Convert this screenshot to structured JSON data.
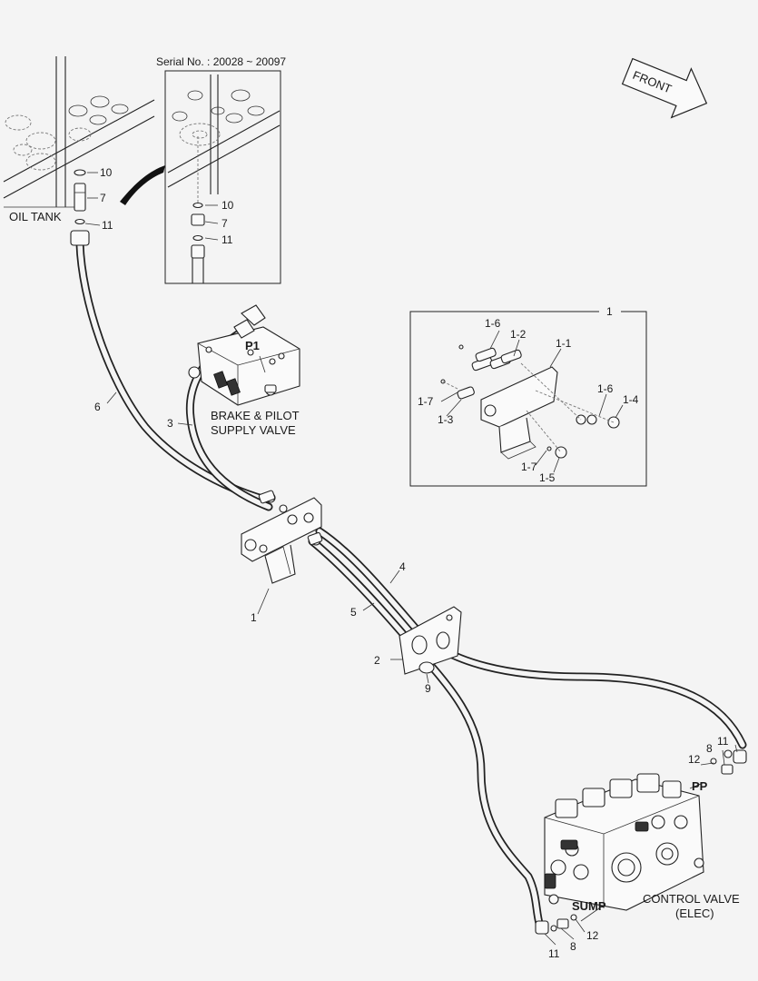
{
  "serial_caption": "Serial No. : 20028 ~ 20097",
  "front_arrow": "FRONT",
  "components": {
    "oil_tank": "OIL TANK",
    "brake_valve_line1": "BRAKE & PILOT",
    "brake_valve_line2": "SUPPLY VALVE",
    "port_p1": "P1",
    "port_pp": "PP",
    "port_sump": "SUMP",
    "control_valve_line1": "CONTROL VALVE",
    "control_valve_line2": "(ELEC)"
  },
  "callouts": {
    "tank_10": "10",
    "tank_7": "7",
    "tank_11": "11",
    "inset_10": "10",
    "inset_7": "7",
    "inset_11": "11",
    "hose_6": "6",
    "hose_3": "3",
    "bracket_1": "1",
    "hose_4": "4",
    "hose_5": "5",
    "plate_2": "2",
    "grommet_9": "9",
    "pp_12": "12",
    "pp_8": "8",
    "pp_11": "11",
    "sump_11": "11",
    "sump_8": "8",
    "sump_12": "12",
    "detail_1": "1",
    "detail_1_6a": "1-6",
    "detail_1_2": "1-2",
    "detail_1_1": "1-1",
    "detail_1_7a": "1-7",
    "detail_1_3": "1-3",
    "detail_1_6b": "1-6",
    "detail_1_4": "1-4",
    "detail_1_7b": "1-7",
    "detail_1_5": "1-5"
  }
}
